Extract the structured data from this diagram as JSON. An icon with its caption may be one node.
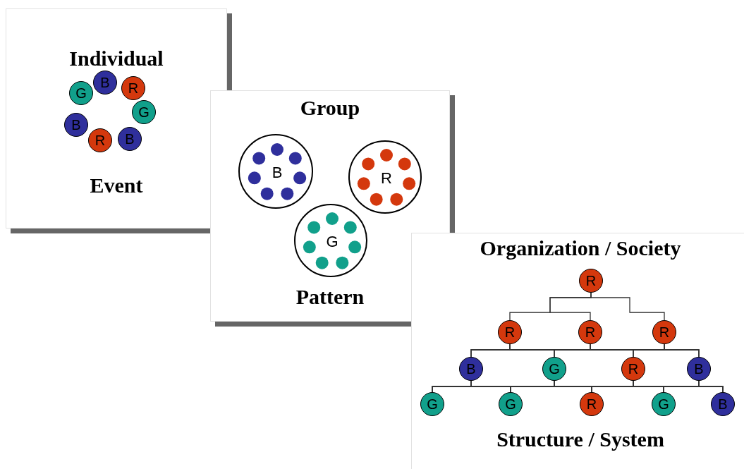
{
  "diagram": {
    "nodes": [
      {
        "text": [
          "Individual",
          "Event"
        ]
      },
      {
        "text": [
          "B"
        ],
        "in": 0
      },
      {
        "text": [
          "R"
        ],
        "in": 0
      },
      {
        "text": [
          "G"
        ],
        "in": 0
      },
      {
        "text": [
          "G"
        ],
        "in": 0
      },
      {
        "text": [
          "B"
        ],
        "in": 0
      },
      {
        "text": [
          "B"
        ],
        "in": 0
      },
      {
        "text": [
          "R"
        ],
        "in": 0
      },
      {
        "text": [
          "Group",
          "Pattern"
        ]
      },
      {
        "text": [
          "B"
        ],
        "in": 8
      },
      {
        "text": [
          "R"
        ],
        "in": 8
      },
      {
        "text": [
          "G"
        ],
        "in": 8
      },
      {
        "text": [
          "Organization / Society",
          "Structure / System"
        ]
      },
      {
        "text": [
          "R"
        ],
        "in": 12
      },
      {
        "text": [
          "R"
        ],
        "in": 12
      },
      {
        "text": [
          "R"
        ],
        "in": 12
      },
      {
        "text": [
          "R"
        ],
        "in": 12
      },
      {
        "text": [
          "B"
        ],
        "in": 12
      },
      {
        "text": [
          "G"
        ],
        "in": 12
      },
      {
        "text": [
          "R"
        ],
        "in": 12
      },
      {
        "text": [
          "B"
        ],
        "in": 12
      },
      {
        "text": [
          "G"
        ],
        "in": 12
      },
      {
        "text": [
          "G"
        ],
        "in": 12
      },
      {
        "text": [
          "R"
        ],
        "in": 12
      },
      {
        "text": [
          "G"
        ],
        "in": 12
      },
      {
        "text": [
          "B"
        ],
        "in": 12
      }
    ],
    "edges": [
      {
        "from": 13,
        "to": 14,
        "arrow": "none"
      },
      {
        "from": 13,
        "to": 15,
        "arrow": "none"
      },
      {
        "from": 13,
        "to": 16,
        "arrow": "none"
      },
      {
        "from": 14,
        "to": 17,
        "arrow": "none"
      },
      {
        "from": 14,
        "to": 18,
        "arrow": "none"
      },
      {
        "from": 14,
        "to": 19,
        "arrow": "none"
      },
      {
        "from": 14,
        "to": 20,
        "arrow": "none"
      },
      {
        "from": 15,
        "to": 17,
        "arrow": "none"
      },
      {
        "from": 15,
        "to": 18,
        "arrow": "none"
      },
      {
        "from": 15,
        "to": 19,
        "arrow": "none"
      },
      {
        "from": 15,
        "to": 20,
        "arrow": "none"
      },
      {
        "from": 16,
        "to": 17,
        "arrow": "none"
      },
      {
        "from": 16,
        "to": 18,
        "arrow": "none"
      },
      {
        "from": 16,
        "to": 19,
        "arrow": "none"
      },
      {
        "from": 16,
        "to": 20,
        "arrow": "none"
      },
      {
        "from": 17,
        "to": 21,
        "arrow": "none"
      },
      {
        "from": 17,
        "to": 22,
        "arrow": "none"
      },
      {
        "from": 17,
        "to": 23,
        "arrow": "none"
      },
      {
        "from": 17,
        "to": 24,
        "arrow": "none"
      },
      {
        "from": 17,
        "to": 25,
        "arrow": "none"
      },
      {
        "from": 18,
        "to": 21,
        "arrow": "none"
      },
      {
        "from": 18,
        "to": 22,
        "arrow": "none"
      },
      {
        "from": 18,
        "to": 23,
        "arrow": "none"
      },
      {
        "from": 18,
        "to": 24,
        "arrow": "none"
      },
      {
        "from": 18,
        "to": 25,
        "arrow": "none"
      },
      {
        "from": 19,
        "to": 21,
        "arrow": "none"
      },
      {
        "from": 19,
        "to": 22,
        "arrow": "none"
      },
      {
        "from": 19,
        "to": 23,
        "arrow": "none"
      },
      {
        "from": 19,
        "to": 24,
        "arrow": "none"
      },
      {
        "from": 19,
        "to": 25,
        "arrow": "none"
      },
      {
        "from": 20,
        "to": 21,
        "arrow": "none"
      },
      {
        "from": 20,
        "to": 22,
        "arrow": "none"
      },
      {
        "from": 20,
        "to": 23,
        "arrow": "none"
      },
      {
        "from": 20,
        "to": 24,
        "arrow": "none"
      },
      {
        "from": 20,
        "to": 25,
        "arrow": "none"
      }
    ]
  }
}
